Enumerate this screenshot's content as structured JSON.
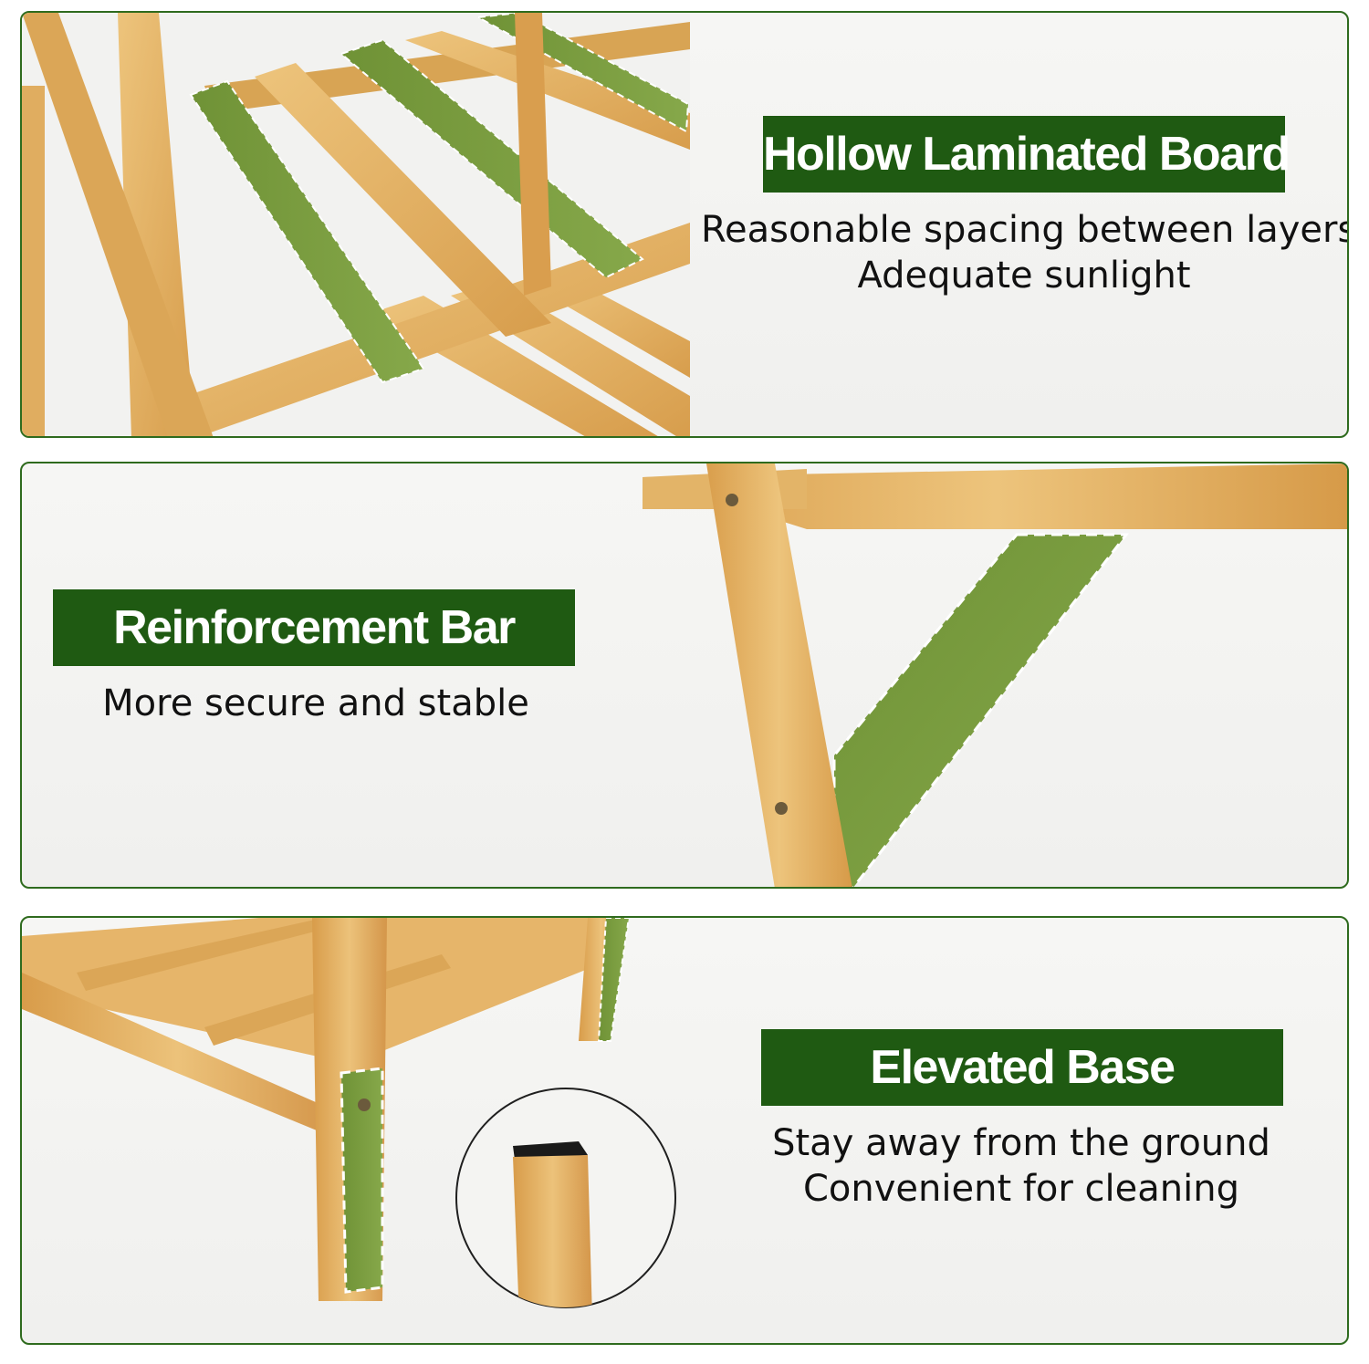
{
  "features": [
    {
      "title": "Hollow Laminated Board",
      "lines": [
        "Reasonable spacing between layers",
        "Adequate sunlight"
      ],
      "photo_icon": "bamboo-shelf-slats-photo"
    },
    {
      "title": "Reinforcement Bar",
      "lines": [
        "More secure and stable"
      ],
      "photo_icon": "bamboo-support-bar-photo"
    },
    {
      "title": "Elevated Base",
      "lines": [
        "Stay away from the ground",
        "Convenient for cleaning"
      ],
      "photo_icon": "bamboo-leg-foot-photo"
    }
  ],
  "colors": {
    "title_bar": "#1f5a12",
    "panel_border": "#2f6b1e",
    "bamboo": "#e2b063",
    "highlight_green": "#7a9a3c"
  }
}
